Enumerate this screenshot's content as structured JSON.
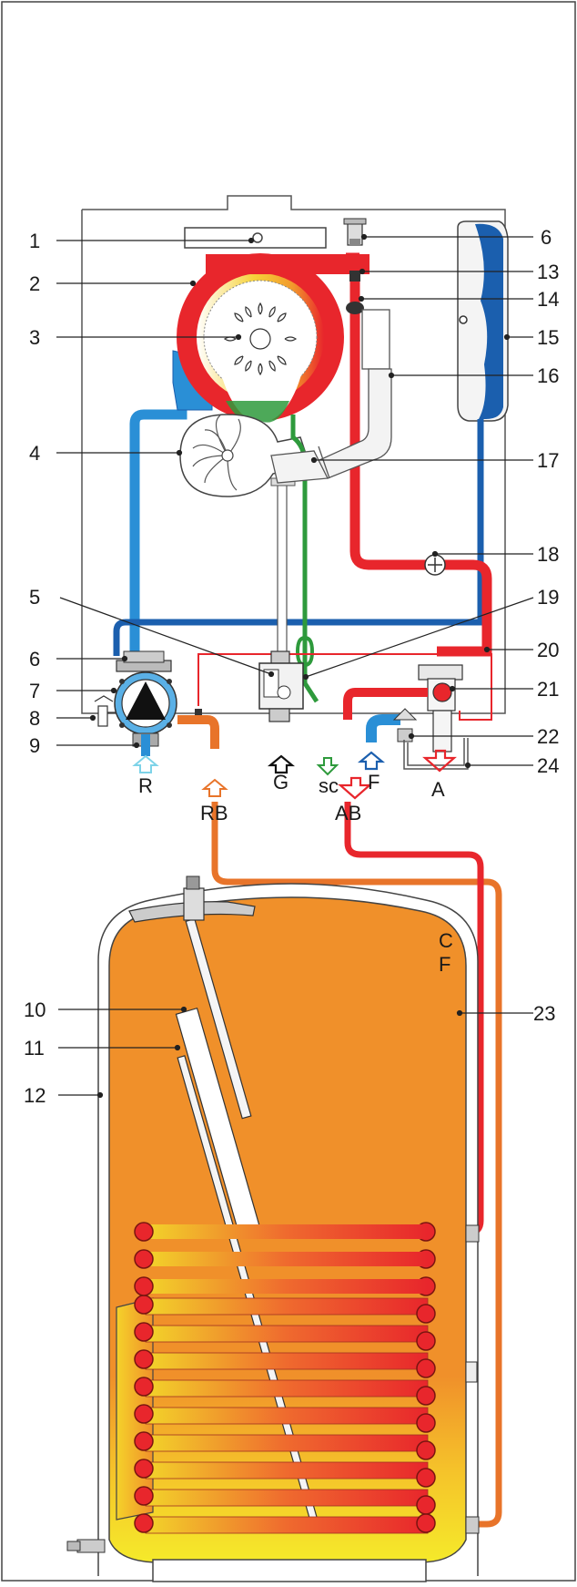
{
  "callouts": {
    "c1": "1",
    "c2": "2",
    "c3": "3",
    "c4": "4",
    "c5": "5",
    "c6a": "6",
    "c6b": "6",
    "c7": "7",
    "c8": "8",
    "c9": "9",
    "c10": "10",
    "c11": "11",
    "c12": "12",
    "c13": "13",
    "c14": "14",
    "c15": "15",
    "c16": "16",
    "c17": "17",
    "c18": "18",
    "c19": "19",
    "c20": "20",
    "c21": "21",
    "c22": "22",
    "c23": "23",
    "c24": "24"
  },
  "connections": {
    "r": "R",
    "g": "G",
    "sc": "sc",
    "f_top": "F",
    "a": "A",
    "rb": "RB",
    "ab": "AB",
    "c": "C",
    "f_tank": "F"
  },
  "colors": {
    "flow_hot": "#e8262c",
    "return_cold": "#2a8fd6",
    "dark_blue": "#1b5fae",
    "gas_green": "#2e9a3c",
    "dhw_hot": "#e8742a",
    "cold_water": "#f2e21c",
    "tank_orange": "#f0902a",
    "tank_yellow": "#f5ea2a"
  }
}
